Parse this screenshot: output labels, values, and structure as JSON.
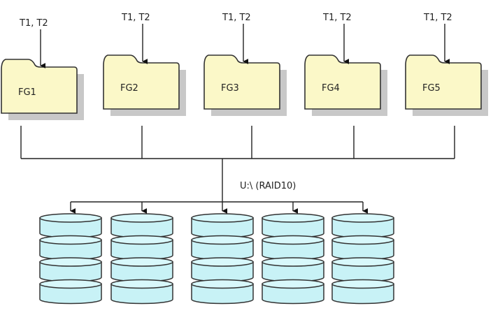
{
  "diagram": {
    "title": "",
    "filegroups": [
      {
        "id": "FG1",
        "label": "FG1",
        "tables_label": "T1, T2"
      },
      {
        "id": "FG2",
        "label": "FG2",
        "tables_label": "T1, T2"
      },
      {
        "id": "FG3",
        "label": "FG3",
        "tables_label": "T1, T2"
      },
      {
        "id": "FG4",
        "label": "FG4",
        "tables_label": "T1, T2"
      },
      {
        "id": "FG5",
        "label": "FG5",
        "tables_label": "T1, T2"
      }
    ],
    "volume": {
      "label": "U:\\ (RAID10)"
    },
    "disk_stacks": [
      {
        "id": "stack1",
        "disks": 4
      },
      {
        "id": "stack2",
        "disks": 4
      },
      {
        "id": "stack3",
        "disks": 4
      },
      {
        "id": "stack4",
        "disks": 4
      },
      {
        "id": "stack5",
        "disks": 4
      }
    ],
    "colors": {
      "folder_fill": "#fbf8c8",
      "folder_stroke": "#333333",
      "shadow": "#c8c8c8",
      "disk_fill": "#c8f2f6",
      "disk_top": "#d8f8fb",
      "disk_stroke": "#333333",
      "line": "#222222"
    }
  }
}
